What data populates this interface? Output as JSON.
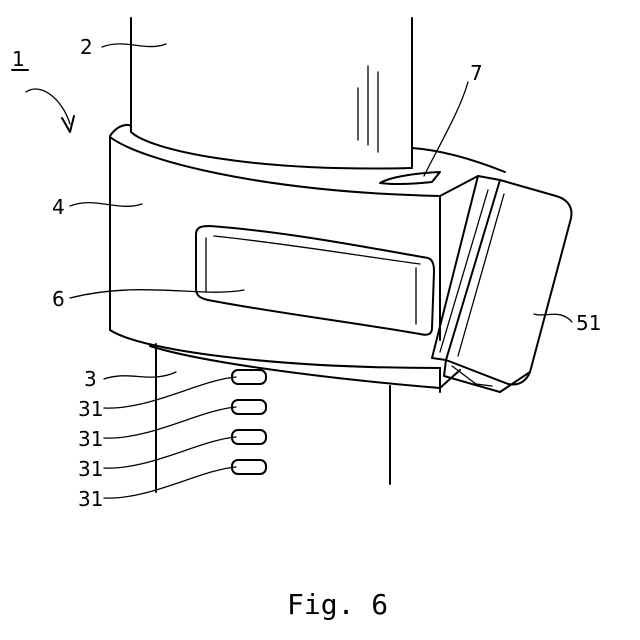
{
  "figure": {
    "caption": "Fig. 6",
    "labels": {
      "device": "1",
      "upper_tube": "2",
      "lower_tube": "3",
      "housing": "4",
      "window": "6",
      "slot": "7",
      "clip": "51",
      "holes": [
        "31",
        "31",
        "31",
        "31"
      ]
    }
  }
}
